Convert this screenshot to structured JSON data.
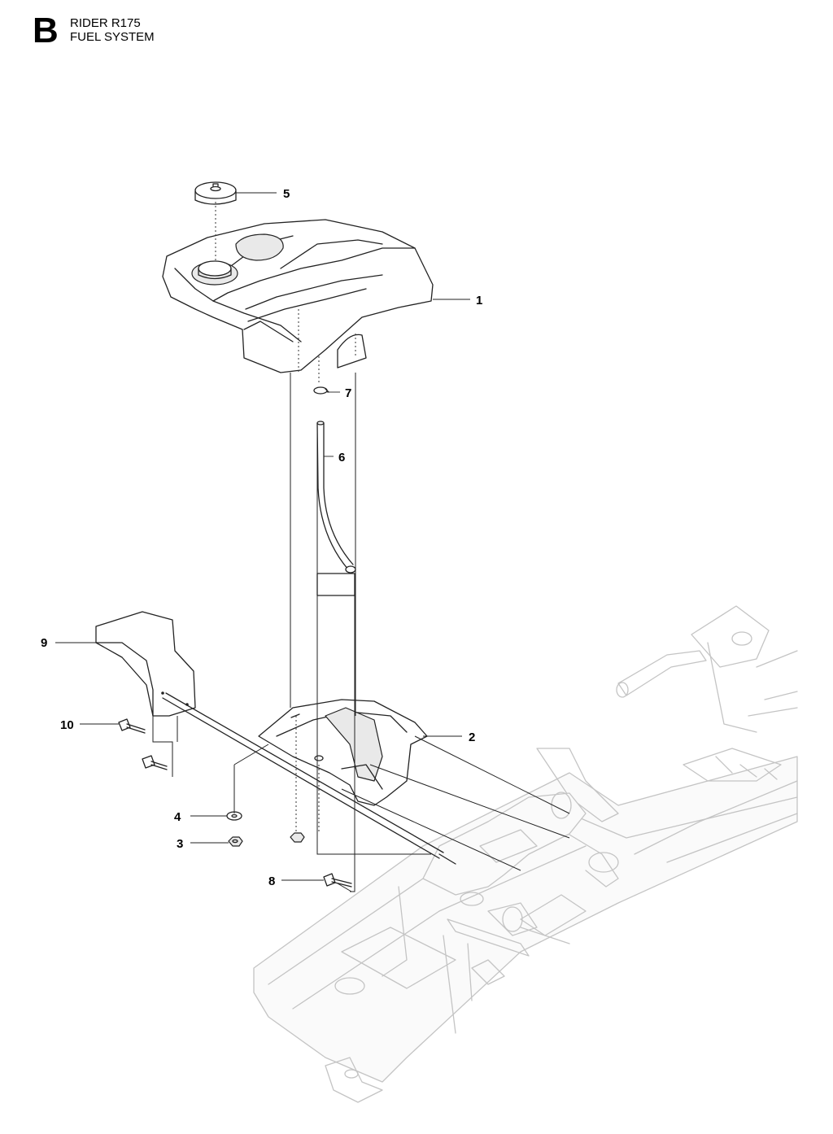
{
  "header": {
    "section_letter": "B",
    "model": "RIDER R175",
    "section_title": "FUEL SYSTEM"
  },
  "callouts": [
    {
      "id": "1",
      "label": "1"
    },
    {
      "id": "2",
      "label": "2"
    },
    {
      "id": "3",
      "label": "3"
    },
    {
      "id": "4",
      "label": "4"
    },
    {
      "id": "5",
      "label": "5"
    },
    {
      "id": "6",
      "label": "6"
    },
    {
      "id": "7",
      "label": "7"
    },
    {
      "id": "8",
      "label": "8"
    },
    {
      "id": "9",
      "label": "9"
    },
    {
      "id": "10",
      "label": "10"
    }
  ]
}
